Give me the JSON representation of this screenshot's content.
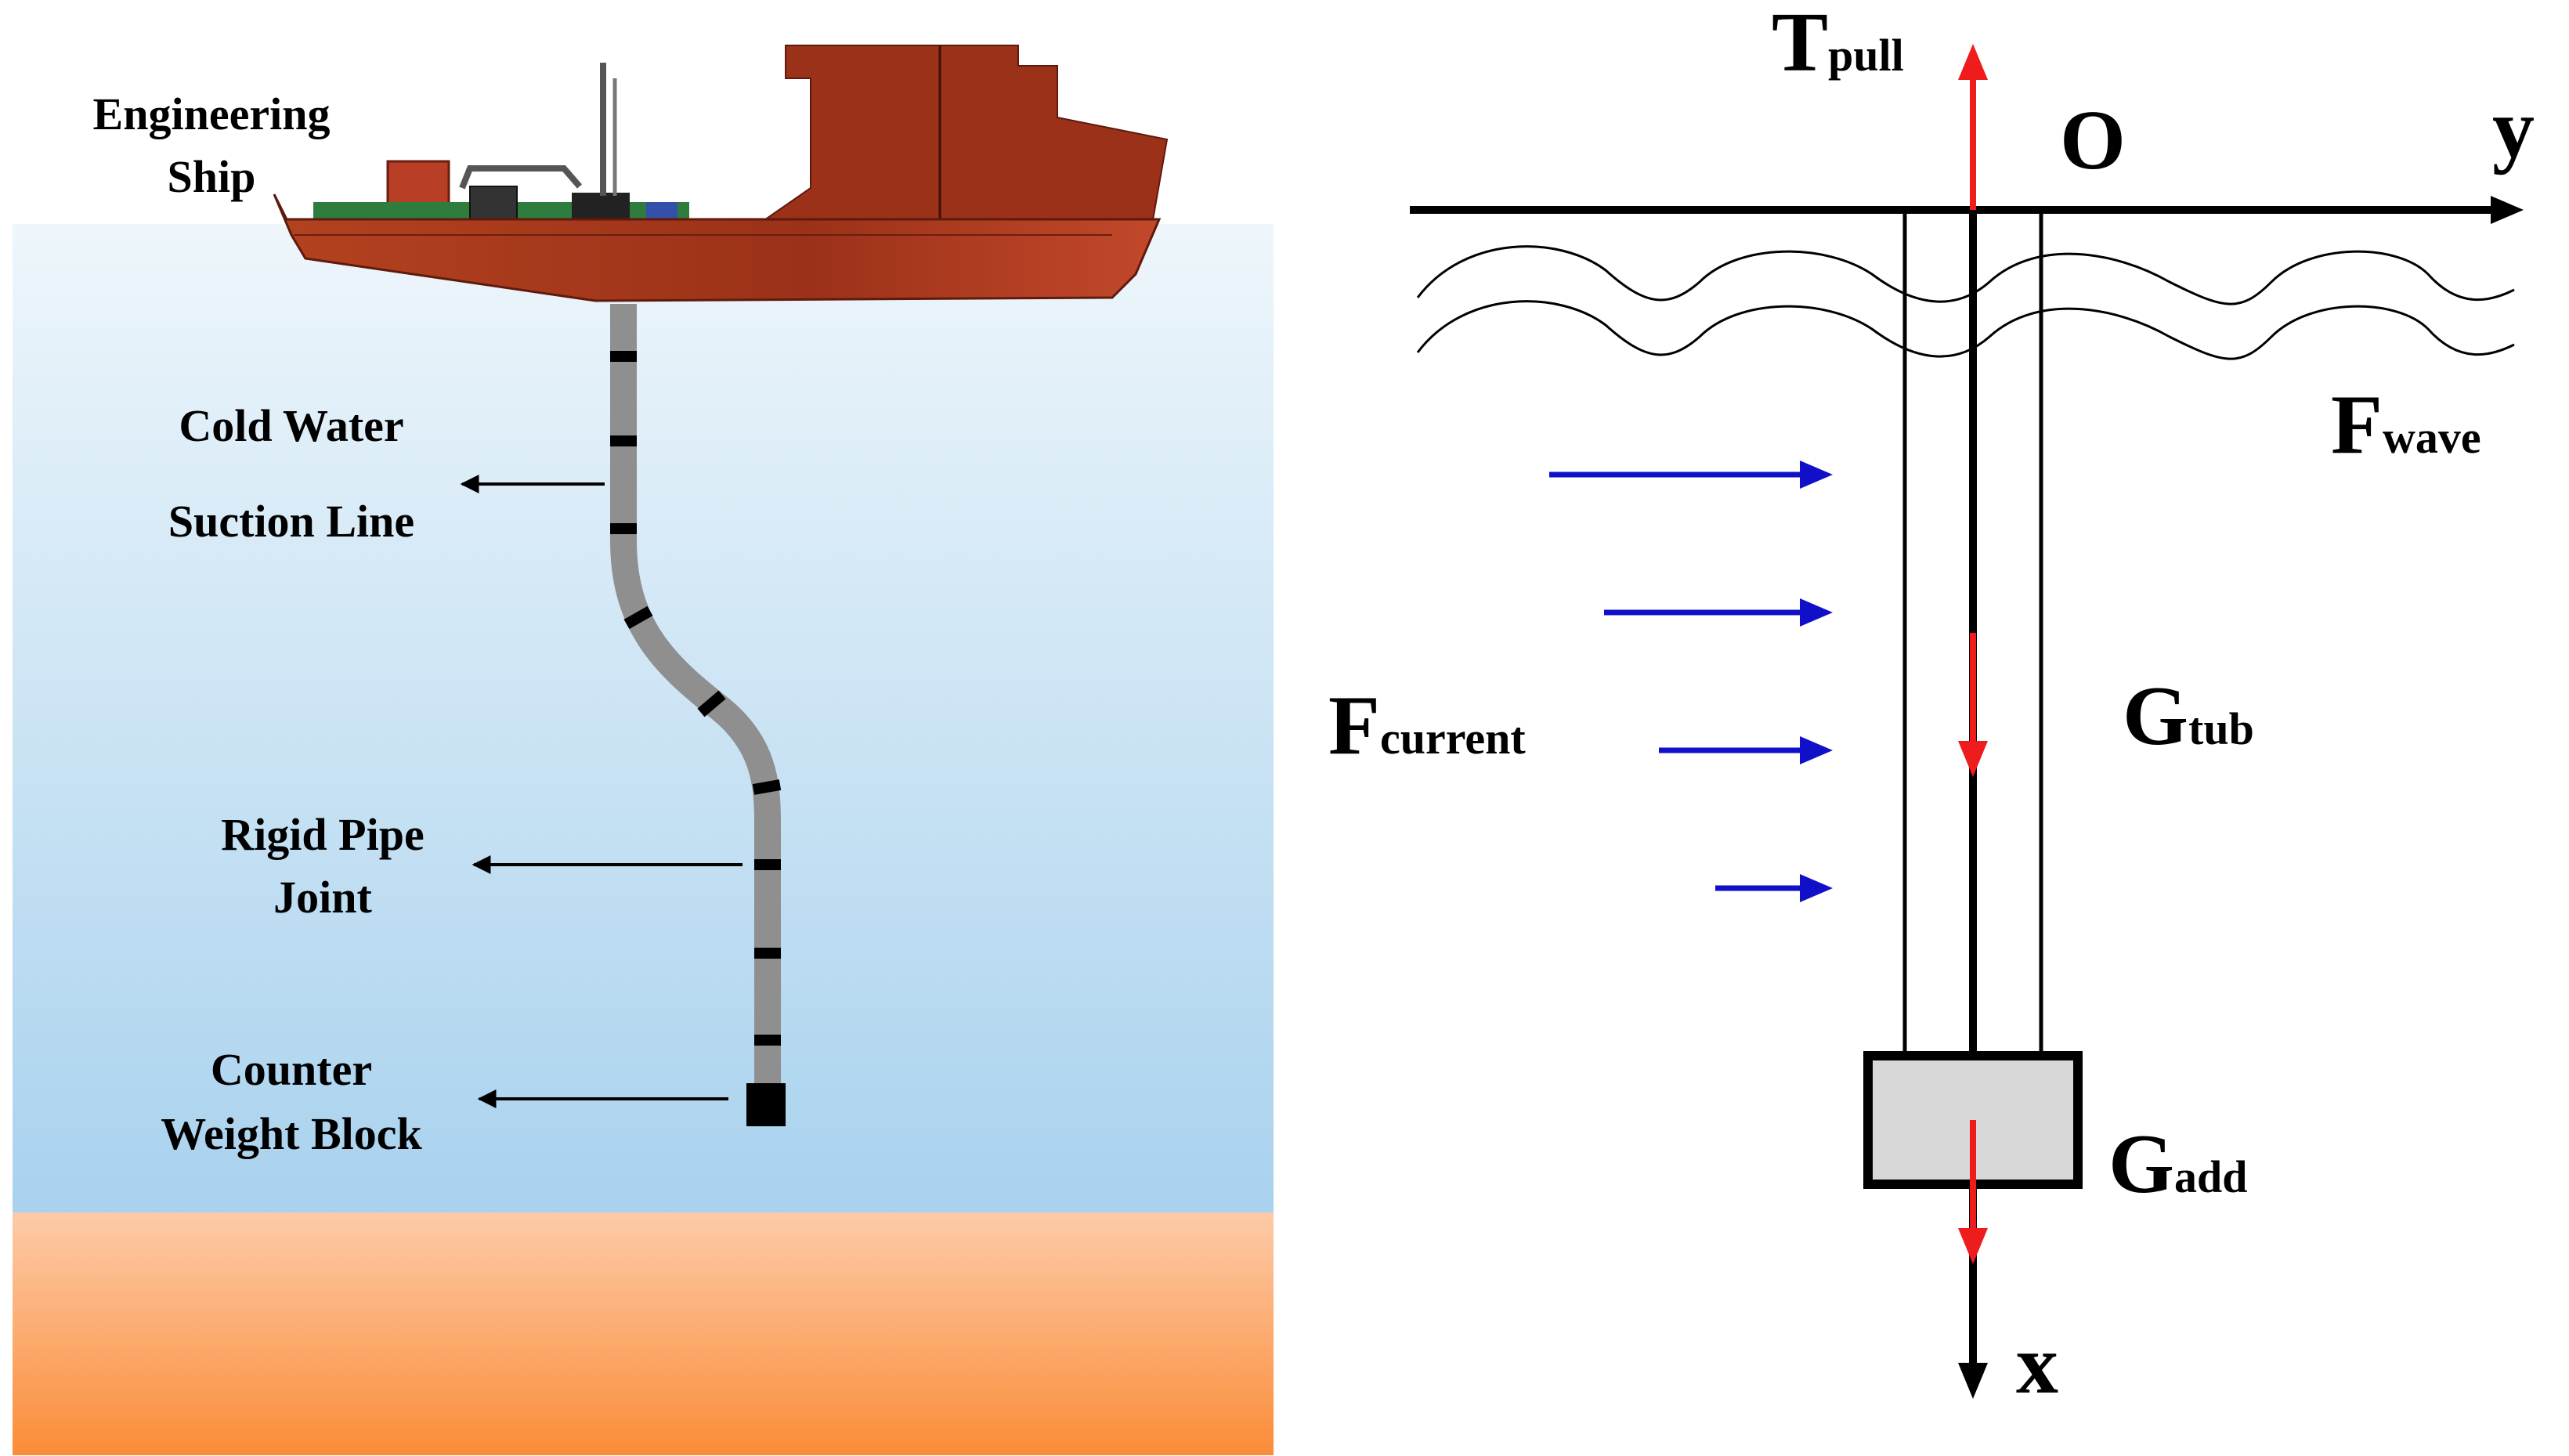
{
  "left_panel": {
    "ship_label": [
      "Engineering",
      "Ship"
    ],
    "suction_label": [
      "Cold Water",
      "Suction Line"
    ],
    "joint_label": [
      "Rigid Pipe",
      "Joint"
    ],
    "weight_label": [
      "Counter",
      "Weight Block"
    ]
  },
  "right_panel": {
    "t_pull": {
      "main": "T",
      "sub": "pull"
    },
    "origin": "O",
    "y_axis": "y",
    "x_axis": "x",
    "f_wave": {
      "main": "F",
      "sub": "wave"
    },
    "f_current": {
      "main": "F",
      "sub": "current"
    },
    "g_tub": {
      "main": "G",
      "sub": "tub"
    },
    "g_add": {
      "main": "G",
      "sub": "add"
    }
  },
  "colors": {
    "sea_top": "#eef6fb",
    "sea_bottom": "#a9d2ee",
    "seabed_top": "#fccba8",
    "seabed_bottom": "#fb8c38",
    "hull": "#a8391e",
    "pipe": "#8f8f8f",
    "force_red": "#ee1c1c",
    "current_blue": "#1010c8",
    "block_fill": "#d8d8d8"
  }
}
